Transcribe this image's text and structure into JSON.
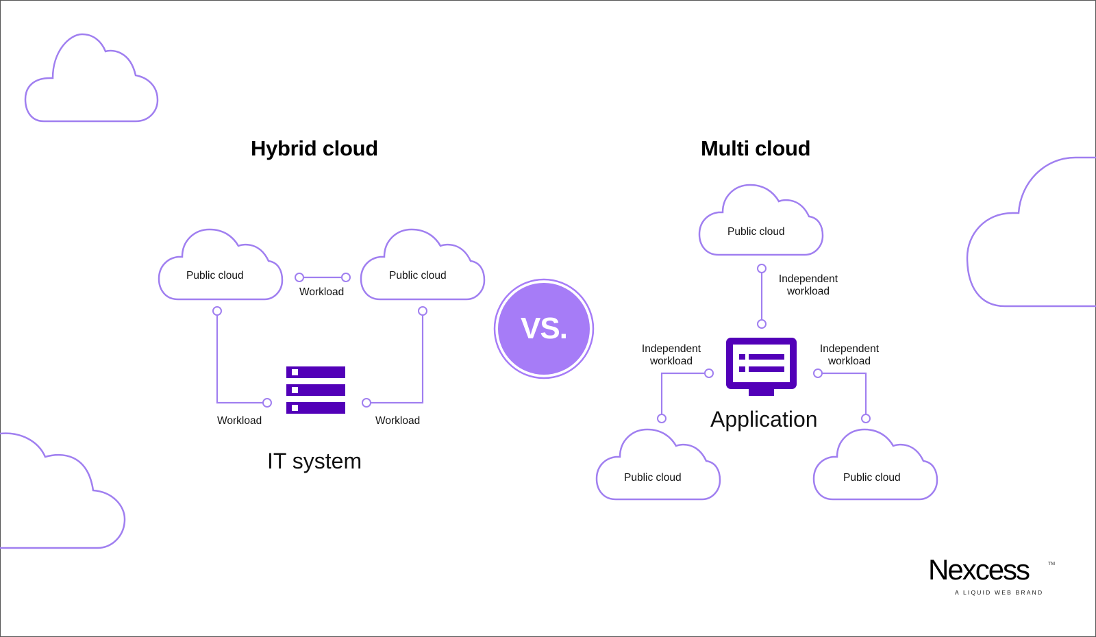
{
  "colors": {
    "cloud_outline": "#a07ff0",
    "connector": "#a07ff0",
    "icon_dark": "#5200b8",
    "vs_fill": "#a67cf7",
    "text": "#111111"
  },
  "hybrid": {
    "title": "Hybrid cloud",
    "clouds": [
      {
        "label": "Public cloud"
      },
      {
        "label": "Public cloud"
      }
    ],
    "workload_top": "Workload",
    "workload_left": "Workload",
    "workload_right": "Workload",
    "center_icon": "server-icon",
    "center_label": "IT system"
  },
  "versus": {
    "label": "VS."
  },
  "multi": {
    "title": "Multi cloud",
    "clouds": [
      {
        "label": "Public cloud"
      },
      {
        "label": "Public cloud"
      },
      {
        "label": "Public cloud"
      }
    ],
    "workload_top": {
      "line1": "Independent",
      "line2": "workload"
    },
    "workload_left": {
      "line1": "Independent",
      "line2": "workload"
    },
    "workload_right": {
      "line1": "Independent",
      "line2": "workload"
    },
    "center_icon": "monitor-icon",
    "center_label": "Application"
  },
  "brand": {
    "name": "Nexcess",
    "trademark": "TM",
    "tagline": "A LIQUID WEB BRAND"
  }
}
